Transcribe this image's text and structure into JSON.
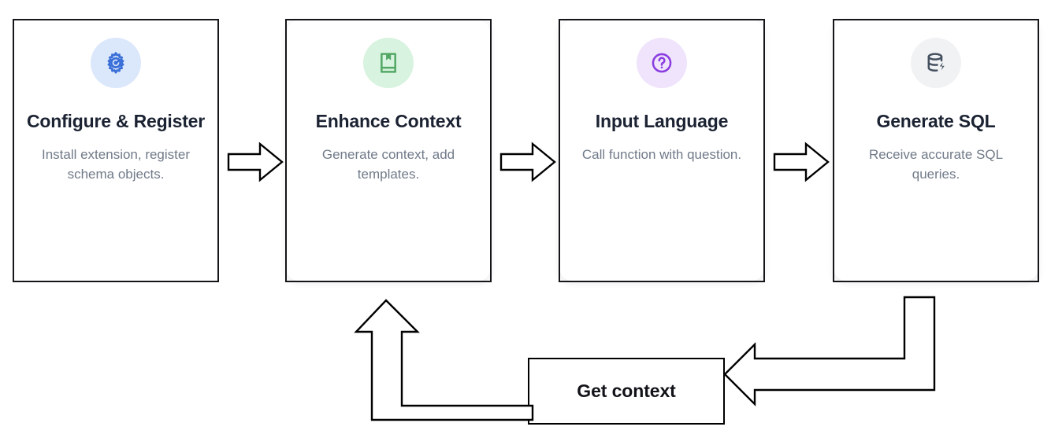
{
  "diagram": {
    "type": "flowchart",
    "title": "",
    "steps": [
      {
        "id": "configure-register",
        "icon": "gear-icon",
        "icon_color": "#3a6fd8",
        "icon_bg": "#dbe7fb",
        "title": "Configure & Register",
        "description": "Install extension, register schema objects.",
        "rounded": false
      },
      {
        "id": "enhance-context",
        "icon": "book-bookmark-icon",
        "icon_color": "#54a866",
        "icon_bg": "#d8f3df",
        "title": "Enhance Context",
        "description": "Generate context, add templates.",
        "rounded": true
      },
      {
        "id": "input-language",
        "icon": "question-circle-icon",
        "icon_color": "#8b3ce0",
        "icon_bg": "#efe4fc",
        "title": "Input Language",
        "description": "Call function with question.",
        "rounded": true
      },
      {
        "id": "generate-sql",
        "icon": "database-bolt-icon",
        "icon_color": "#45505f",
        "icon_bg": "#f1f2f4",
        "title": "Generate SQL",
        "description": "Receive accurate SQL queries.",
        "rounded": true
      }
    ],
    "connectors": [
      {
        "id": "arrow-step1-step2",
        "icon": "arrow-right-icon",
        "direction": "right"
      },
      {
        "id": "arrow-step2-step3",
        "icon": "arrow-right-icon",
        "direction": "right"
      },
      {
        "id": "arrow-step3-step4",
        "icon": "arrow-right-icon",
        "direction": "right"
      },
      {
        "id": "arrow-step4-to-getcontext",
        "icon": "elbow-arrow-left-icon",
        "direction": "down-left"
      },
      {
        "id": "arrow-getcontext-to-step2",
        "icon": "elbow-arrow-up-icon",
        "direction": "left-up"
      }
    ],
    "feedback_box": {
      "id": "get-context-box",
      "label": "Get context"
    },
    "colors": {
      "card_border": "#15151a",
      "title_text": "#1b2232",
      "body_text": "#707a89",
      "arrow_stroke": "#000000",
      "background": "#ffffff"
    }
  }
}
